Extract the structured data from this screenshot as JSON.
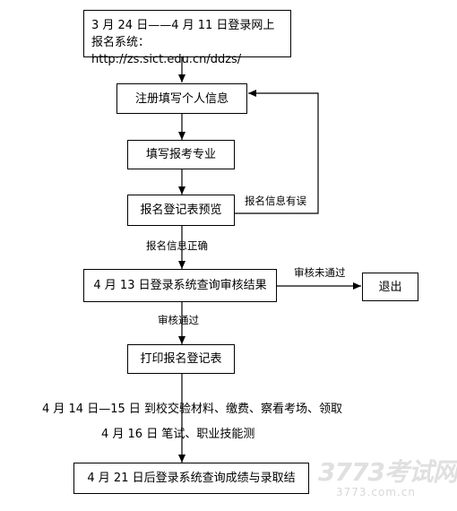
{
  "steps": {
    "online_reg_line1": "3 月 24 日——4 月 11 日登录网上",
    "online_reg_line2": "报名系统：http://zs.sict.edu.cn/ddzs/",
    "register": "注册填写个人信息",
    "major": "填写报考专业",
    "preview": "报名登记表预览",
    "query": "4 月 13 日登录系统查询审核结果",
    "exit": "退出",
    "print": "打印报名登记表",
    "result": "4 月 21 日后登录系统查询成绩与录取结"
  },
  "labels": {
    "info_error": "报名信息有误",
    "info_correct": "报名信息正确",
    "not_passed": "审核未通过",
    "passed": "审核通过"
  },
  "notes": {
    "schedule1": "4 月 14 日—15 日  到校交验材料、缴费、察看考场、领取",
    "schedule2": "4 月 16 日  笔试、职业技能测"
  },
  "watermark": {
    "brand": "3773考试网",
    "url": "3773.com.cn"
  }
}
